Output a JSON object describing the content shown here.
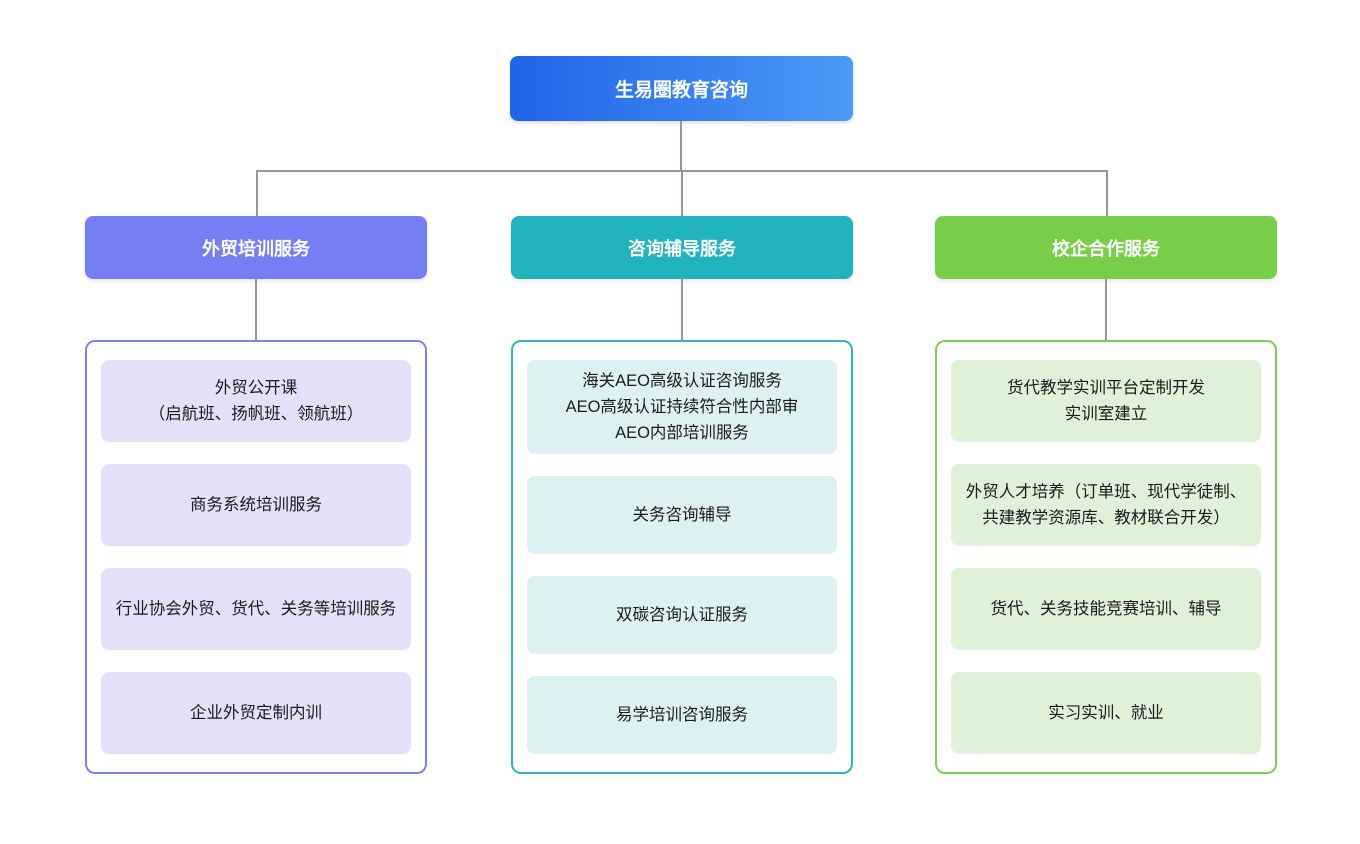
{
  "diagram": {
    "colors": {
      "line": "#8F97A0",
      "background": "#FFFFFF",
      "item_text": "#1B1B1B"
    },
    "root": {
      "label": "生易圈教育咨询",
      "gradient_start": "#2263E8",
      "gradient_end": "#4A9AF6"
    },
    "branches": [
      {
        "title": "外贸培训服务",
        "colors": {
          "header_bg": "#767EF3",
          "border": "#7B80F0",
          "item_bg": "#E3E1F8"
        },
        "items": [
          "外贸公开课\n（启航班、扬帆班、领航班）",
          "商务系统培训服务",
          "行业协会外贸、货代、关务等培训服务",
          "企业外贸定制内训"
        ]
      },
      {
        "title": "咨询辅导服务",
        "colors": {
          "header_bg": "#22B4BC",
          "border": "#2BB7BE",
          "item_bg": "#DEF1F2"
        },
        "items": [
          "海关AEO高级认证咨询服务\nAEO高级认证持续符合性内部审\nAEO内部培训服务",
          "关务咨询辅导",
          "双碳咨询认证服务",
          "易学培训咨询服务"
        ]
      },
      {
        "title": "校企合作服务",
        "colors": {
          "header_bg": "#79CE49",
          "border": "#7CCE50",
          "item_bg": "#E0F1DA"
        },
        "items": [
          "货代教学实训平台定制开发\n实训室建立",
          "外贸人才培养（订单班、现代学徒制、共建教学资源库、教材联合开发）",
          "货代、关务技能竞赛培训、辅导",
          "实习实训、就业"
        ]
      }
    ]
  }
}
